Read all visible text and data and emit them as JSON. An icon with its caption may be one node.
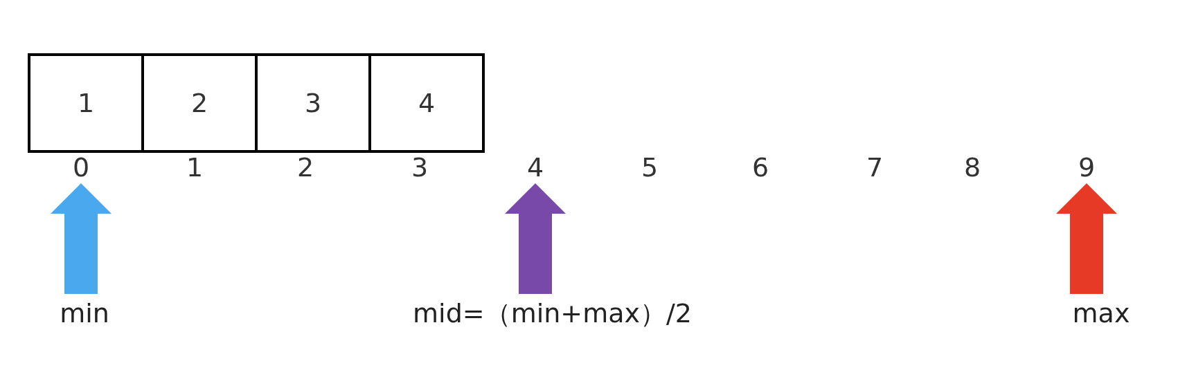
{
  "diagram": {
    "nodes": [
      {
        "text": [
          "1"
        ]
      },
      {
        "text": [
          "2"
        ]
      },
      {
        "text": [
          "3"
        ]
      },
      {
        "text": [
          "4"
        ]
      },
      {
        "text": [
          "0"
        ]
      },
      {
        "text": [
          "4"
        ]
      },
      {
        "text": [
          "9"
        ]
      },
      {
        "text": [
          "min"
        ]
      },
      {
        "text": [
          "mid=（min+max）/2"
        ]
      },
      {
        "text": [
          "max"
        ]
      }
    ],
    "edges": [
      {
        "from": 7,
        "to": 4,
        "arrow": "to",
        "style": "thick",
        "color": "#4aa8ee"
      },
      {
        "from": 8,
        "to": 5,
        "arrow": "to",
        "style": "thick",
        "color": "#7849a8"
      },
      {
        "from": 9,
        "to": 6,
        "arrow": "to",
        "style": "thick",
        "color": "#e63a26"
      }
    ],
    "labels": [
      "1",
      "2",
      "3",
      "5",
      "6",
      "7",
      "8"
    ]
  }
}
